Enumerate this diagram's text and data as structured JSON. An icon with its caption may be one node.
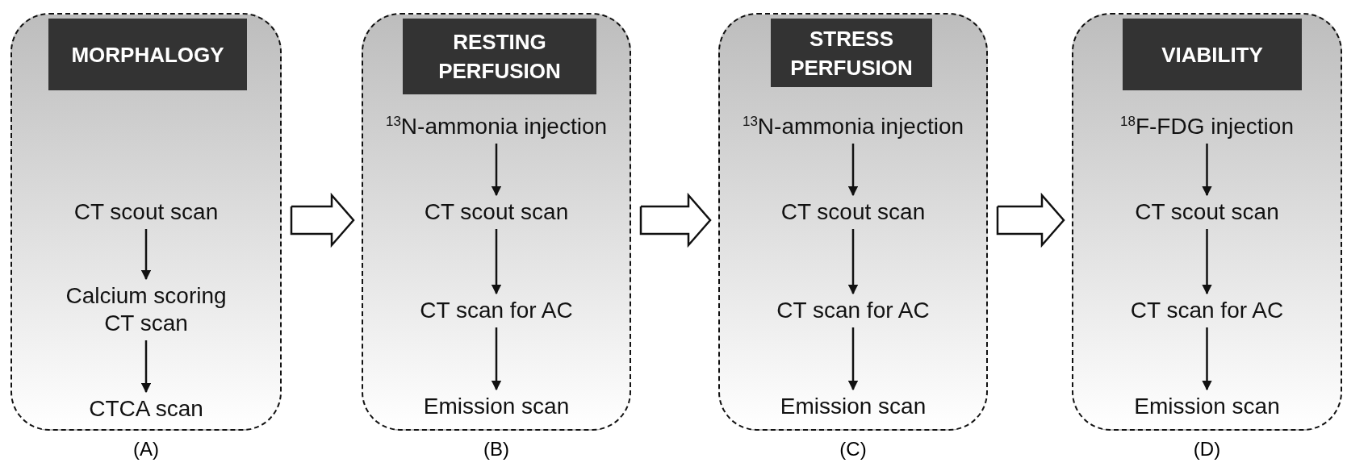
{
  "diagram": {
    "nodes": [
      {
        "text": [],
        "shape": "box",
        "beside": [
          "(A)"
        ]
      },
      {
        "text": [
          "MORPHALOGY"
        ],
        "in": 0
      },
      {
        "text": [
          "CT scout scan"
        ],
        "in": 0
      },
      {
        "text": [
          "Calcium scoring CT scan"
        ],
        "in": 0
      },
      {
        "text": [
          "CTCA scan"
        ],
        "in": 0
      },
      {
        "text": [],
        "shape": "box",
        "beside": [
          "(B)"
        ]
      },
      {
        "text": [
          "RESTING PERFUSION"
        ],
        "in": 5
      },
      {
        "text": [
          "$^{13}$N-ammonia injection"
        ],
        "in": 5
      },
      {
        "text": [
          "CT scout scan"
        ],
        "in": 5
      },
      {
        "text": [
          "CT scan for AC"
        ],
        "in": 5
      },
      {
        "text": [
          "Emission scan"
        ],
        "in": 5
      },
      {
        "text": [],
        "shape": "box",
        "beside": [
          "(C)"
        ]
      },
      {
        "text": [
          "STRESS PERFUSION"
        ],
        "in": 11
      },
      {
        "text": [
          "$^{13}$N-ammonia injection"
        ],
        "in": 11
      },
      {
        "text": [
          "CT scout scan"
        ],
        "in": 11
      },
      {
        "text": [
          "CT scan for AC"
        ],
        "in": 11
      },
      {
        "text": [
          "Emission scan"
        ],
        "in": 11
      },
      {
        "text": [],
        "shape": "box",
        "beside": [
          "(D)"
        ]
      },
      {
        "text": [
          "VIABILITY"
        ],
        "in": 17
      },
      {
        "text": [
          "$^{18}$F-FDG injection"
        ],
        "in": 17
      },
      {
        "text": [
          "CT scout scan"
        ],
        "in": 17
      },
      {
        "text": [
          "CT scan for AC"
        ],
        "in": 17
      },
      {
        "text": [
          "Emission scan"
        ],
        "in": 17
      }
    ],
    "edges": [
      {
        "from": 2,
        "to": 3,
        "arrow": "to"
      },
      {
        "from": 3,
        "to": 4,
        "arrow": "to"
      },
      {
        "from": 0,
        "to": 5,
        "arrow": "to",
        "style": "thick"
      },
      {
        "from": 7,
        "to": 8,
        "arrow": "to"
      },
      {
        "from": 8,
        "to": 9,
        "arrow": "to"
      },
      {
        "from": 9,
        "to": 10,
        "arrow": "to"
      },
      {
        "from": 5,
        "to": 11,
        "arrow": "to",
        "style": "thick"
      },
      {
        "from": 13,
        "to": 14,
        "arrow": "to"
      },
      {
        "from": 14,
        "to": 15,
        "arrow": "to"
      },
      {
        "from": 15,
        "to": 16,
        "arrow": "to"
      },
      {
        "from": 11,
        "to": 17,
        "arrow": "to",
        "style": "thick"
      },
      {
        "from": 19,
        "to": 20,
        "arrow": "to"
      },
      {
        "from": 20,
        "to": 21,
        "arrow": "to"
      },
      {
        "from": 21,
        "to": 22,
        "arrow": "to"
      }
    ]
  }
}
